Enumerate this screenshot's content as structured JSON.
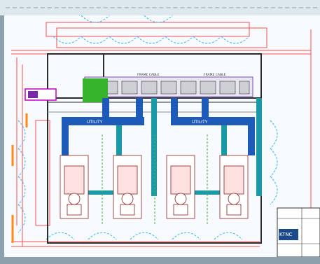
{
  "drawing": {
    "labels": {
      "header_left": "FRAME CABLE",
      "header_right": "FRAME CABLE",
      "corridor_left": "UTILITY",
      "corridor_right": "UTILITY",
      "logo": "KTNC"
    },
    "colors": {
      "background": "#8fa0ad",
      "sheet": "#f7fbff",
      "red_lines": "#ff4b4b",
      "dark_walls": "#2b2b2b",
      "blue_duct": "#1e5bb8",
      "teal_duct": "#1a9aa6",
      "green_panel": "#36b52c",
      "orange": "#ff8a1a",
      "magenta": "#c400c4",
      "cyan_dash": "#33b6ff"
    },
    "icons": [
      "engine-unit-icon",
      "door-swing-icon",
      "title-block-icon"
    ]
  }
}
